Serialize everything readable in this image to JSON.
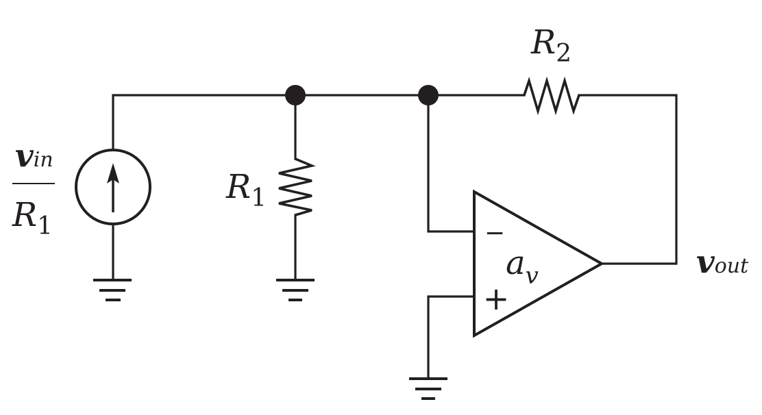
{
  "labels": {
    "source_numerator": {
      "main": "v",
      "sub": "in"
    },
    "source_denominator": {
      "main": "R",
      "sub": "1"
    },
    "r1": {
      "main": "R",
      "sub": "1"
    },
    "r2": {
      "main": "R",
      "sub": "2"
    },
    "opamp_gain": {
      "main": "a",
      "sub": "v"
    },
    "opamp_minus": "−",
    "opamp_plus": "+",
    "output": {
      "main": "v",
      "sub": "out"
    }
  },
  "colors": {
    "stroke": "#231f20",
    "background": "#ffffff"
  }
}
